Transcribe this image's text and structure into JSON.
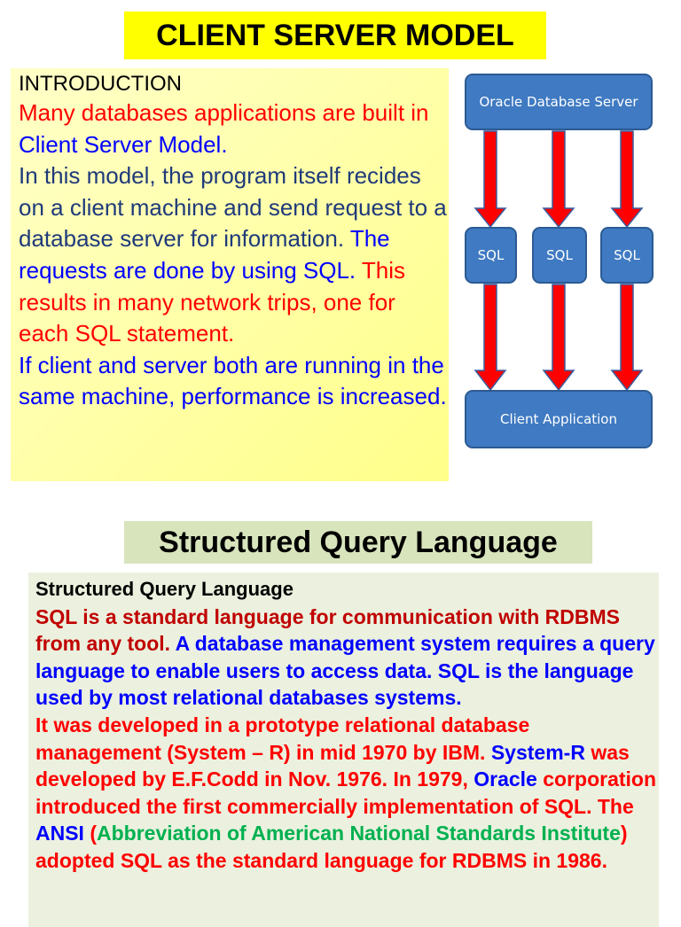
{
  "page": {
    "title1": "CLIENT SERVER MODEL",
    "title2": "Structured Query Language"
  },
  "intro": {
    "heading": "INTRODUCTION",
    "s1_red": "Many databases applications are built in ",
    "s1_blue": "Client Server Model.",
    "s2_navy": "In this model, the program itself recides on a client machine and send request to a database server for information. ",
    "s2_blue": "The requests are done by using SQL. ",
    "s3_red": "This results in many network trips, one for each SQL statement.",
    "s4_blue": "If client and server both are running in the same machine, performance is increased."
  },
  "diagram": {
    "server_label": "Oracle Database Server",
    "sql_labels": [
      "SQL",
      "SQL",
      "SQL"
    ],
    "client_label": "Client Application",
    "box_color": "#3f7ac2",
    "arrow_color": "#ff0000"
  },
  "sql": {
    "heading": "Structured Query Language",
    "p1_dkred": "SQL is a standard language for communication with RDBMS from any tool. ",
    "p1_blue": "A database management system requires a query language to enable users to access data. SQL is the language used by most relational databases systems.",
    "p2_red1": "It was developed in a prototype relational database management (System – R) in mid 1970 by IBM. ",
    "p2_blue1": "System-R",
    "p2_red2": " was developed by E.F.Codd in Nov. 1976. In 1979, ",
    "p2_blue2": "Oracle",
    "p2_red3": " corporation introduced the first commercially implementation of SQL. The ",
    "p2_blue3": "ANSI",
    "p2_red4": " (",
    "p2_green": "Abbreviation of American National Standards Institute",
    "p2_red5": ") adopted SQL as the standard language for RDBMS in 1986."
  }
}
